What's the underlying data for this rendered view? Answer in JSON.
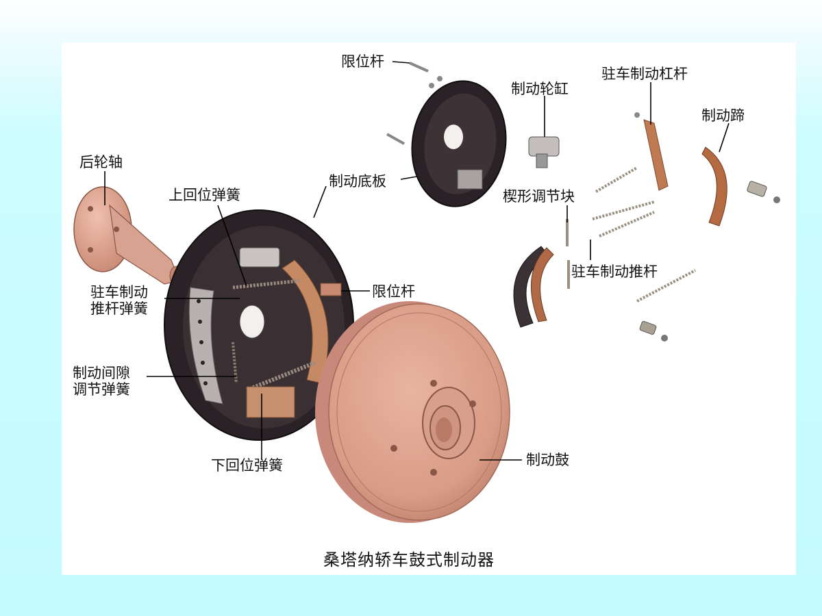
{
  "labels": {
    "rear_axle": "后轮轴",
    "upper_return_spring": "上回位弹簧",
    "brake_backplate": "制动底板",
    "limit_rod_top": "限位杆",
    "wheel_cylinder": "制动轮缸",
    "parking_lever": "驻车制动杠杆",
    "brake_shoe": "制动蹄",
    "wedge_adjuster": "楔形调节块",
    "parking_push_rod": "驻车制动推杆",
    "parking_push_rod_spring_line1": "驻车制动",
    "parking_push_rod_spring_line2": "推杆弹簧",
    "limit_rod_mid": "限位杆",
    "clearance_spring_line1": "制动间隙",
    "clearance_spring_line2": "调节弹簧",
    "lower_return_spring": "下回位弹簧",
    "brake_drum": "制动鼓"
  },
  "caption": "桑塔纳轿车鼓式制动器",
  "colors": {
    "background_top": "#ffffff",
    "background_bottom": "#c4fbff",
    "drum": "#d99c86",
    "backplate": "#2a2226",
    "shoe": "#b8764e"
  }
}
